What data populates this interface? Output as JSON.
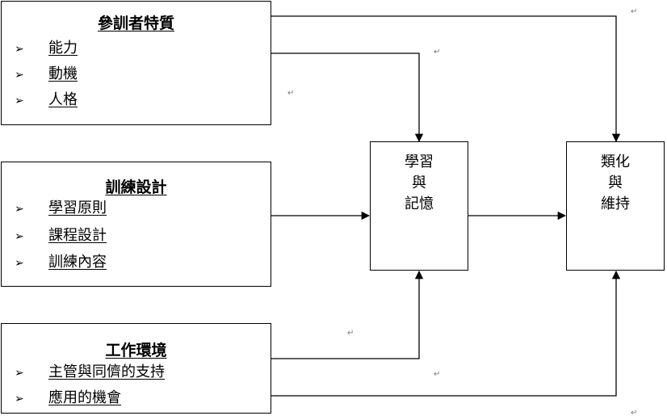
{
  "trainee": {
    "title": "參訓者特質",
    "items": [
      "能力",
      "動機",
      "人格"
    ]
  },
  "design": {
    "title": "訓練設計",
    "items": [
      "學習原則",
      "課程設計",
      "訓練內容"
    ]
  },
  "environment": {
    "title": "工作環境",
    "items": [
      "主管與同儕的支持",
      "應用的機會"
    ]
  },
  "learning": {
    "lines": [
      "學習",
      "與",
      "記憶"
    ]
  },
  "transfer": {
    "lines": [
      "類化",
      "與",
      "維持"
    ]
  },
  "bullet_glyph": "➢",
  "return_mark": "↵"
}
